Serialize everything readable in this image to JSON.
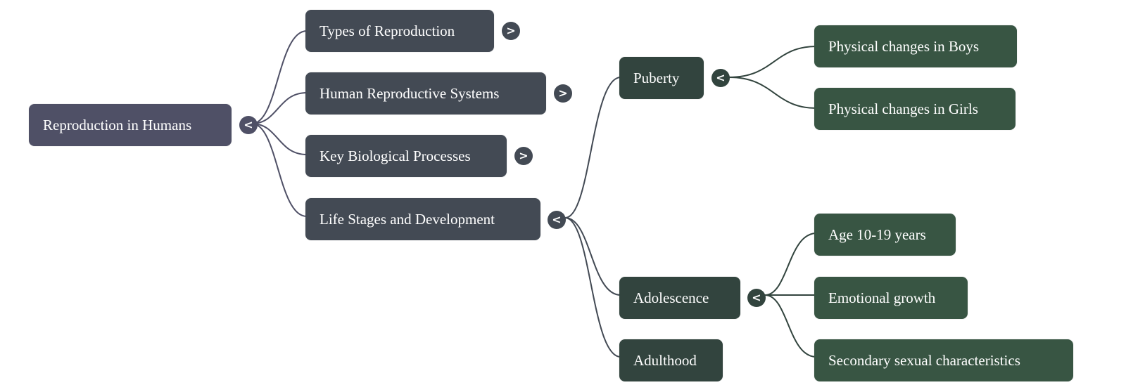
{
  "mindmap": {
    "root": {
      "label": "Reproduction in Humans",
      "toggle": "<"
    },
    "level1": [
      {
        "label": "Types of Reproduction",
        "toggle": ">"
      },
      {
        "label": "Human Reproductive Systems",
        "toggle": ">"
      },
      {
        "label": "Key Biological Processes",
        "toggle": ">"
      },
      {
        "label": "Life Stages and Development",
        "toggle": "<"
      }
    ],
    "level2": [
      {
        "label": "Puberty",
        "toggle": "<"
      },
      {
        "label": "Adolescence",
        "toggle": "<"
      },
      {
        "label": "Adulthood"
      }
    ],
    "puberty_children": [
      {
        "label": "Physical changes in Boys"
      },
      {
        "label": "Physical changes in Girls"
      }
    ],
    "adolescence_children": [
      {
        "label": "Age 10-19 years"
      },
      {
        "label": "Emotional growth"
      },
      {
        "label": "Secondary sexual characteristics"
      }
    ],
    "colors": {
      "root": "#4f5066",
      "level1": "#434a54",
      "level2": "#32443e",
      "level3": "#385543"
    }
  }
}
